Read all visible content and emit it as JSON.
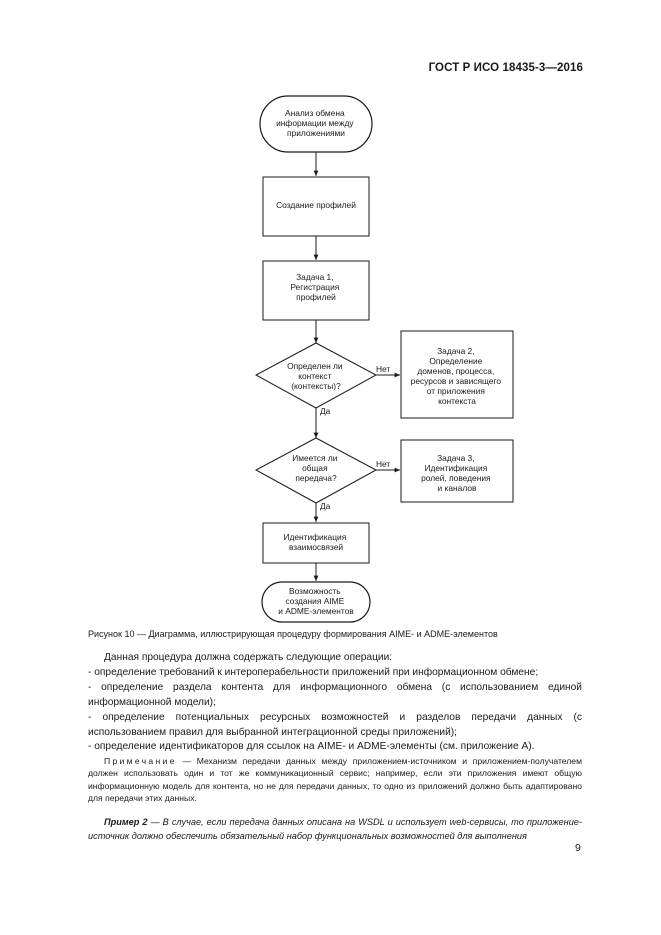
{
  "header": {
    "doc_id": "ГОСТ Р ИСО 18435-3—2016"
  },
  "flowchart": {
    "start": [
      "Анализ обмена",
      "информации между",
      "приложениями"
    ],
    "step1": [
      "Создание профилей"
    ],
    "step2": [
      "Задача 1,",
      "Регистрация",
      "профилей"
    ],
    "decision1": [
      "Определен ли",
      "контекст",
      "(контексты)?"
    ],
    "task2": [
      "Задача 2,",
      "Определение",
      "доменов, процесса,",
      "ресурсов и зависящего",
      "от приложения",
      "контекста"
    ],
    "decision2": [
      "Имеется ли",
      "общая",
      "передача?"
    ],
    "task3": [
      "Задача 3,",
      "Идентификация",
      "ролей, поведения",
      "и каналов"
    ],
    "step3": [
      "Идентификация",
      "взаимосвязей"
    ],
    "end": [
      "Возможность",
      "создания AIME",
      "и ADME-элементов"
    ],
    "label_no": "Нет",
    "label_yes": "Да"
  },
  "caption": "Рисунок 10 — Диаграмма, иллюстрирующая процедуру формирования AIME- и ADME-элементов",
  "paragraphs": {
    "intro": "Данная процедура должна содержать следующие операции:",
    "item1": "- определение требований к интероперабельности приложений при информационном обмене;",
    "item2": "- определение раздела контента для информационного обмена (с использованием единой информационной модели);",
    "item3": "- определение потенциальных ресурсных возможностей и разделов передачи данных (с использованием правил для выбранной интеграционной среды приложений);",
    "item4": "- определение идентификаторов для ссылок на AIME- и ADME-элементы (см. приложение А)."
  },
  "note": {
    "label": "Примечание",
    "text": "— Механизм передачи данных между приложением-источником и приложением-получателем должен использовать один и тот же коммуникационный сервис; например, если эти приложения имеют общую информационную модель для контента, но не для передачи данных, то одно из приложений должно быть адаптировано для передачи этих данных."
  },
  "example": {
    "label": "Пример 2",
    "text": "— В случае, если передача данных описана на WSDL и использует web-сервисы, то приложение-источник должно обеспечить обязательный набор функциональных возможностей для выполнения"
  },
  "page_number": "9"
}
